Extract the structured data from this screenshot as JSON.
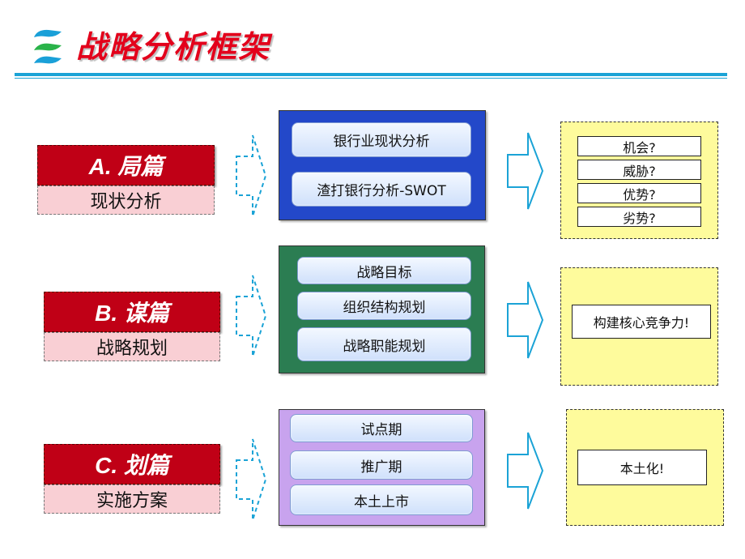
{
  "header": {
    "title": "战略分析框架"
  },
  "sections": [
    {
      "label": "A. 局篇",
      "sub": "现状分析",
      "items": [
        "银行业现状分析",
        "渣打银行分析-SWOT"
      ],
      "results": [
        "机会?",
        "威胁?",
        "优势?",
        "劣势?"
      ]
    },
    {
      "label": "B. 谋篇",
      "sub": "战略规划",
      "items": [
        "战略目标",
        "组织结构规划",
        "战略职能规划"
      ],
      "results": [
        "构建核心竞争力!"
      ]
    },
    {
      "label": "C. 划篇",
      "sub": "实施方案",
      "items": [
        "试点期",
        "推广期",
        "本土上市"
      ],
      "results": [
        "本土化!"
      ]
    }
  ],
  "colors": {
    "title": "#e3001b",
    "rule": "#1ba3d6",
    "label_bg": "#c00016",
    "sub_bg": "#f9cfd4",
    "group_a": "#2348c9",
    "group_b": "#2b7d52",
    "group_c": "#c8a3ee",
    "result_bg": "#fefb9c",
    "arrow": "#1ba3d6"
  },
  "icons": [
    "standard-chartered-logo-icon",
    "dashed-arrow-icon",
    "outline-arrow-icon"
  ]
}
